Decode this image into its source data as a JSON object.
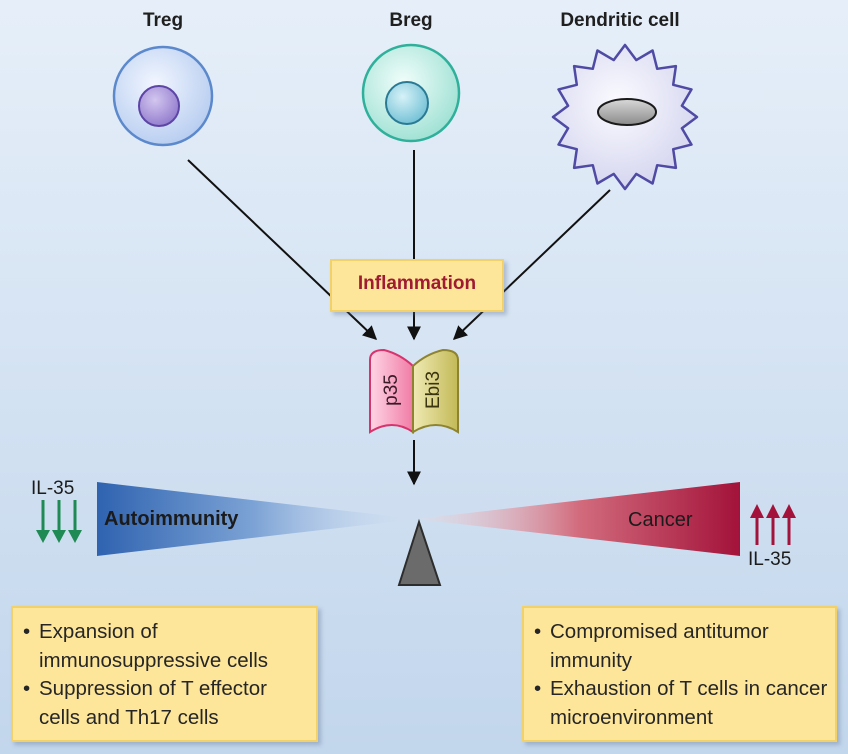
{
  "cells": [
    {
      "label": "Treg"
    },
    {
      "label": "Breg"
    },
    {
      "label": "Dendritic cell"
    }
  ],
  "inflammation_label": "Inflammation",
  "subunits": {
    "left": "p35",
    "right": "Ebi3"
  },
  "balance": {
    "left_label": "Autoimmunity",
    "right_label": "Cancer",
    "left_il35": "IL-35",
    "right_il35": "IL-35"
  },
  "effects": {
    "left": [
      "Expansion of immunosuppressive cells",
      "Suppression of T effector cells and Th17 cells"
    ],
    "right": [
      "Compromised antitumor immunity",
      "Exhaustion of T cells in cancer microenvironment"
    ]
  },
  "colors": {
    "inflammation_text": "#a01a33",
    "autoimmunity_blue": "#2f63b0",
    "cancer_red": "#a3123a",
    "down_arrow_green": "#1f8a53",
    "up_arrow_red": "#a3123a",
    "box_fill": "#fde69a",
    "p35_pink": "#f7a3c2",
    "ebi3_olive": "#d8cf7c"
  },
  "icons": [
    "treg-cell-icon",
    "breg-cell-icon",
    "dendritic-cell-icon",
    "fulcrum-icon",
    "down-arrow-icon",
    "up-arrow-icon"
  ]
}
